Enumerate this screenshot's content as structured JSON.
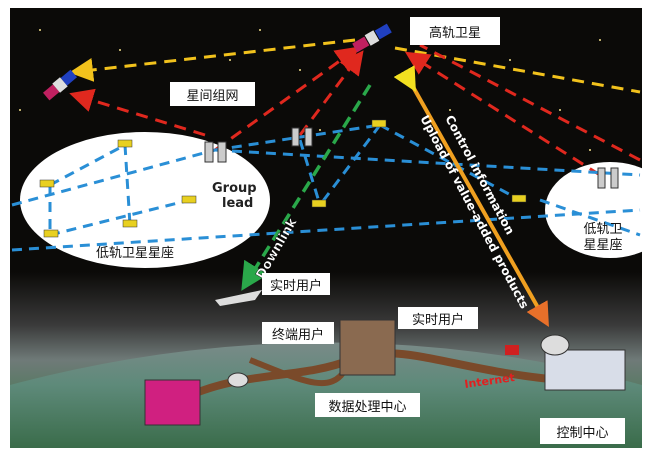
{
  "labels": {
    "geo_satellite": "高轨卫星",
    "inter_satellite_network": "星间组网",
    "leo_constellation_left": "低轨卫星星座",
    "leo_constellation_right_line1": "低轨卫",
    "leo_constellation_right_line2": "星星座",
    "group_lead_line1": "Group",
    "group_lead_line2": "lead",
    "downlink": "Downlink",
    "control_information": "Control information",
    "upload_products": "Upload of value-added products",
    "realtime_user_1": "实时用户",
    "realtime_user_2": "实时用户",
    "terminal_user": "终端用户",
    "data_processing_center": "数据处理中心",
    "internet": "Internet",
    "control_center": "控制中心"
  },
  "colors": {
    "sky": "#0b0a08",
    "inter_sat_link": "#f2c21c",
    "geo_leo_link": "#e0281e",
    "leo_mesh": "#2a8fd6",
    "downlink": "#2aa84a",
    "uplink_arrow": "#f0a020",
    "ground_link": "#7a4a2a"
  }
}
